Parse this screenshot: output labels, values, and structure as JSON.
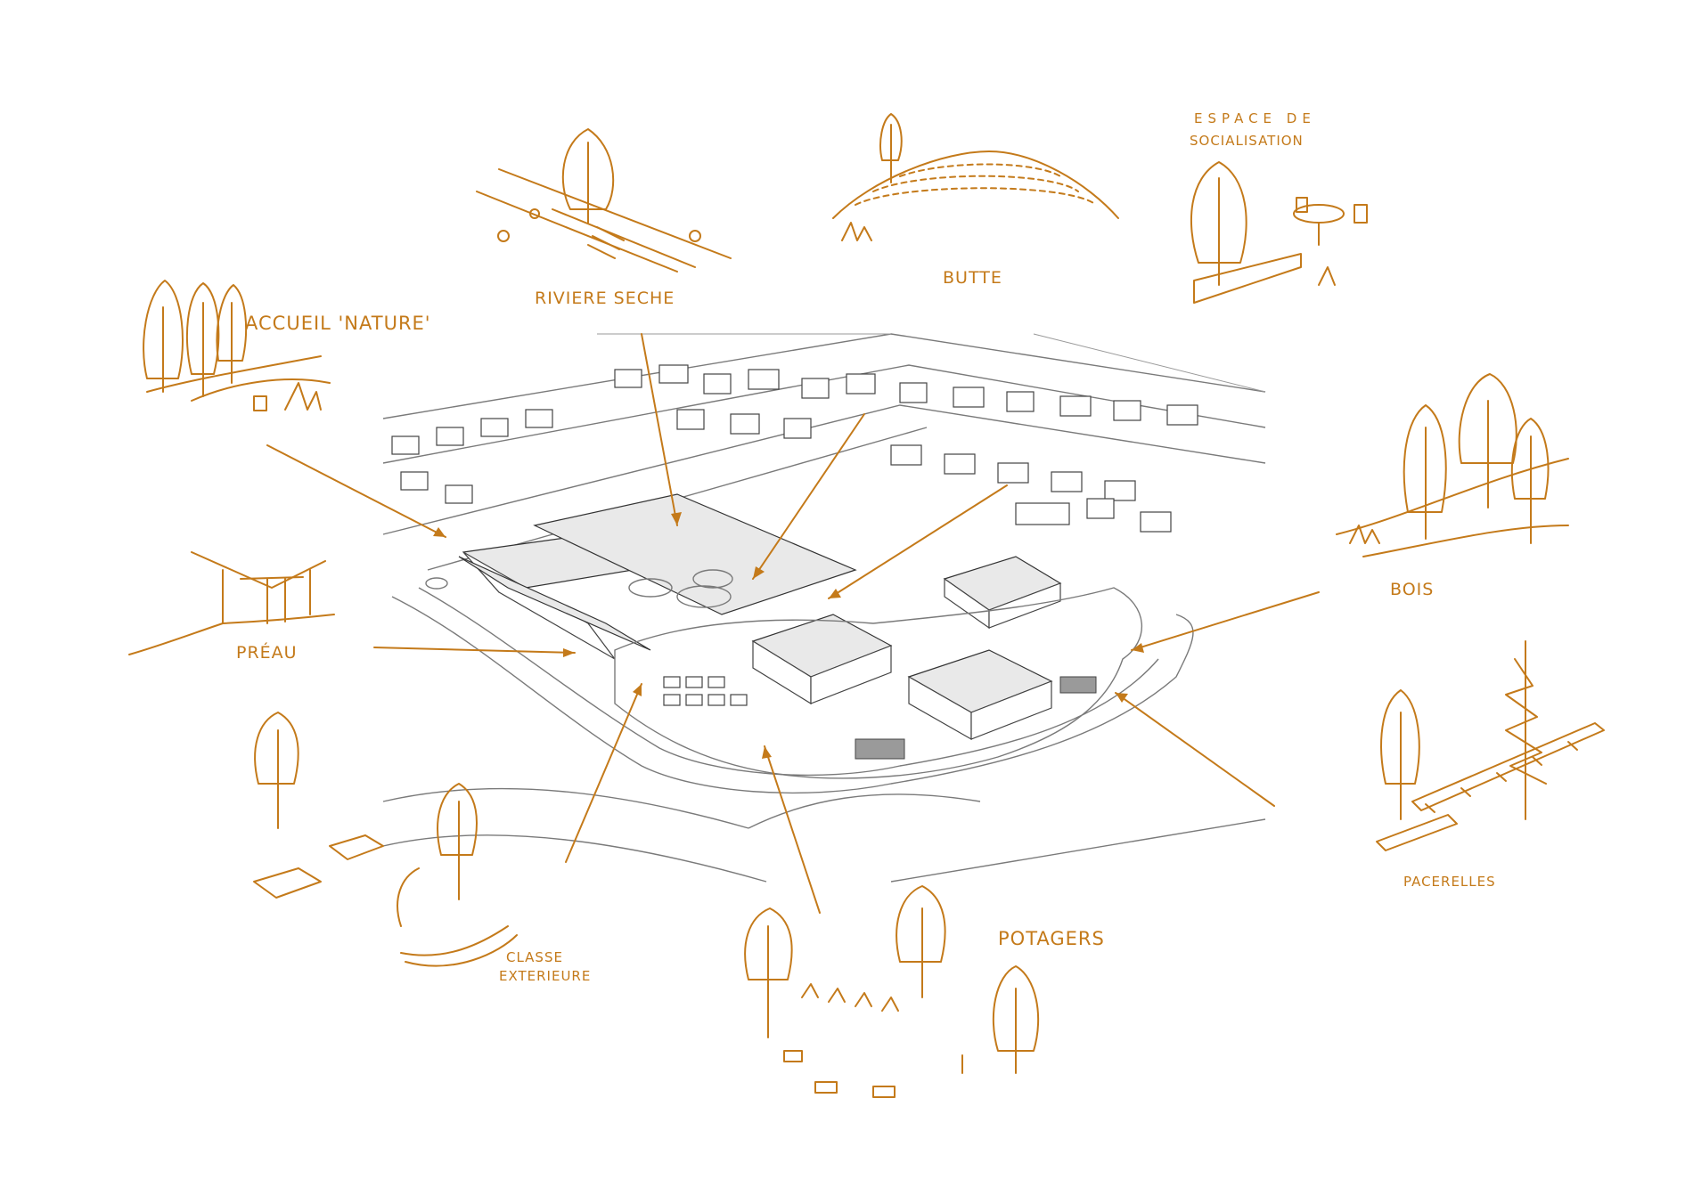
{
  "diagram": {
    "colors": {
      "accent": "#c47a1a",
      "linework": "#444444",
      "background": "#ffffff"
    },
    "labels": {
      "accueil": "ACCUEIL 'NATURE'",
      "riviere": "RIVIERE SECHE",
      "butte": "BUTTE",
      "espace_line1": "ESPACE DE",
      "espace_line2": "SOCIALISATION",
      "bois": "BOIS",
      "preau": "PRÉAU",
      "pacerelles": "PACERELLES",
      "classe_line1": "CLASSE",
      "classe_line2": "EXTERIEURE",
      "potagers": "POTAGERS"
    }
  }
}
